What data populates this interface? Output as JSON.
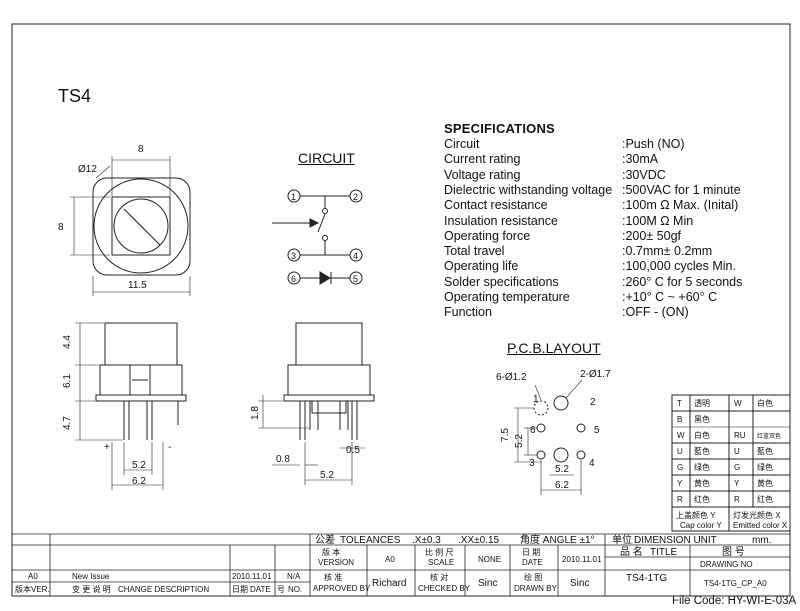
{
  "title": "TS4",
  "specs": {
    "heading": "SPECIFICATIONS",
    "rows": [
      {
        "label": "Circuit",
        "value": ":Push (NO)"
      },
      {
        "label": "Current rating",
        "value": ":30mA"
      },
      {
        "label": "Voltage rating",
        "value": ":30VDC"
      },
      {
        "label": "Dielectric withstanding voltage",
        "value": ":500VAC for 1 minute"
      },
      {
        "label": "Contact resistance",
        "value": ":100m Ω   Max. (Inital)"
      },
      {
        "label": "Insulation resistance",
        "value": ":100M Ω   Min"
      },
      {
        "label": "Operating force",
        "value": ":200± 50gf"
      },
      {
        "label": "Total travel",
        "value": ":0.7mm± 0.2mm"
      },
      {
        "label": "Operating life",
        "value": ":100,000 cycles Min."
      },
      {
        "label": "Solder specifications",
        "value": ":260° C for 5 seconds"
      },
      {
        "label": "Operating temperature",
        "value": ":+10° C ~ +60° C"
      },
      {
        "label": "Function",
        "value": ":OFF - (ON)"
      }
    ]
  },
  "circuit": {
    "title": "CIRCUIT",
    "pins": [
      "1",
      "2",
      "3",
      "4",
      "6",
      "5"
    ]
  },
  "pcb": {
    "title": "P.C.B.LAYOUT",
    "hole_small": "6-Ø1.2",
    "hole_large": "2-Ø1.7",
    "dims": [
      "7.5",
      "5.2",
      "5.2",
      "6.2"
    ],
    "pins": [
      "1",
      "2",
      "3",
      "4",
      "5",
      "6"
    ]
  },
  "top_view": {
    "width": "8",
    "height": "8",
    "diameter": "Ø12",
    "overall": "11.5"
  },
  "side_view": {
    "dims": [
      "4.4",
      "6.1",
      "4.7"
    ],
    "plus": "+",
    "minus": "-",
    "bottom_a": "5.2",
    "bottom_b": "6.2"
  },
  "front_view": {
    "dims": [
      "1.8",
      "0.8",
      "0.5",
      "5.2"
    ]
  },
  "color_table": {
    "rows": [
      [
        "T",
        "透明",
        "W",
        "白色"
      ],
      [
        "B",
        "黑色",
        "",
        ""
      ],
      [
        "W",
        "白色",
        "RU",
        "红蓝双色"
      ],
      [
        "U",
        "藍色",
        "U",
        "藍色"
      ],
      [
        "G",
        "绿色",
        "G",
        "绿色"
      ],
      [
        "Y",
        "黄色",
        "Y",
        "黄色"
      ],
      [
        "R",
        "红色",
        "R",
        "红色"
      ]
    ],
    "cap_cn": "上盖颜色 Y",
    "cap_en": "Cap color Y",
    "led_cn": "灯发光颜色 X",
    "led_en": "Emitted color X"
  },
  "title_block": {
    "tol_cn": "公差",
    "tol_en": "TOLEANCES",
    "tol_a": ".X±0.3",
    ".tol_b_dummy": "",
    "tol_b": ".XX±0.15",
    "angle": "角度 ANGLE ±1°",
    "unit_cn": "单位",
    "unit_en": "DIMENSION UNIT",
    "unit_val": "mm.",
    "version_cn": "版 本",
    "version_en": "VERSION",
    "version_val": "A0",
    "scale_cn": "比 例 尺",
    "scale_en": "SCALE",
    "scale_val": "NONE",
    "date_cn": "日 期",
    "date_en": "DATE",
    "date_val": "2010.11.01",
    "name_cn": "品  名",
    "name_en": "TITLE",
    "drawing_cn": "图  号",
    "drawing_en": "DRAWING NO",
    "approved_cn": "核 准",
    "approved_en": "APPROVED BY",
    "approved_val": "Richard",
    "checked_cn": "核 对",
    "checked_en": "CHECKED BY",
    "checked_val": "Sinc",
    "drawn_cn": "绘 图",
    "drawn_en": "DRAWN BY",
    "drawn_val": "Sinc",
    "title_val": "TS4-1TG",
    "drawing_val": "TS4-1TG_CP_A0",
    "rev_ver": "A0",
    "rev_desc": "New Issue",
    "rev_date": "2010.11.01",
    "rev_no": "N/A",
    "h_ver": "VER.",
    "h_ver_cn": "版本",
    "h_desc_cn": "变 更 说 明",
    "h_desc": "CHANGE DESCRIPTION",
    "h_date": "DATE",
    "h_date_cn": "日期",
    "h_no": "NO.",
    "h_no_cn": "号"
  },
  "file_code": "File Code: HY-WI-E-03A"
}
